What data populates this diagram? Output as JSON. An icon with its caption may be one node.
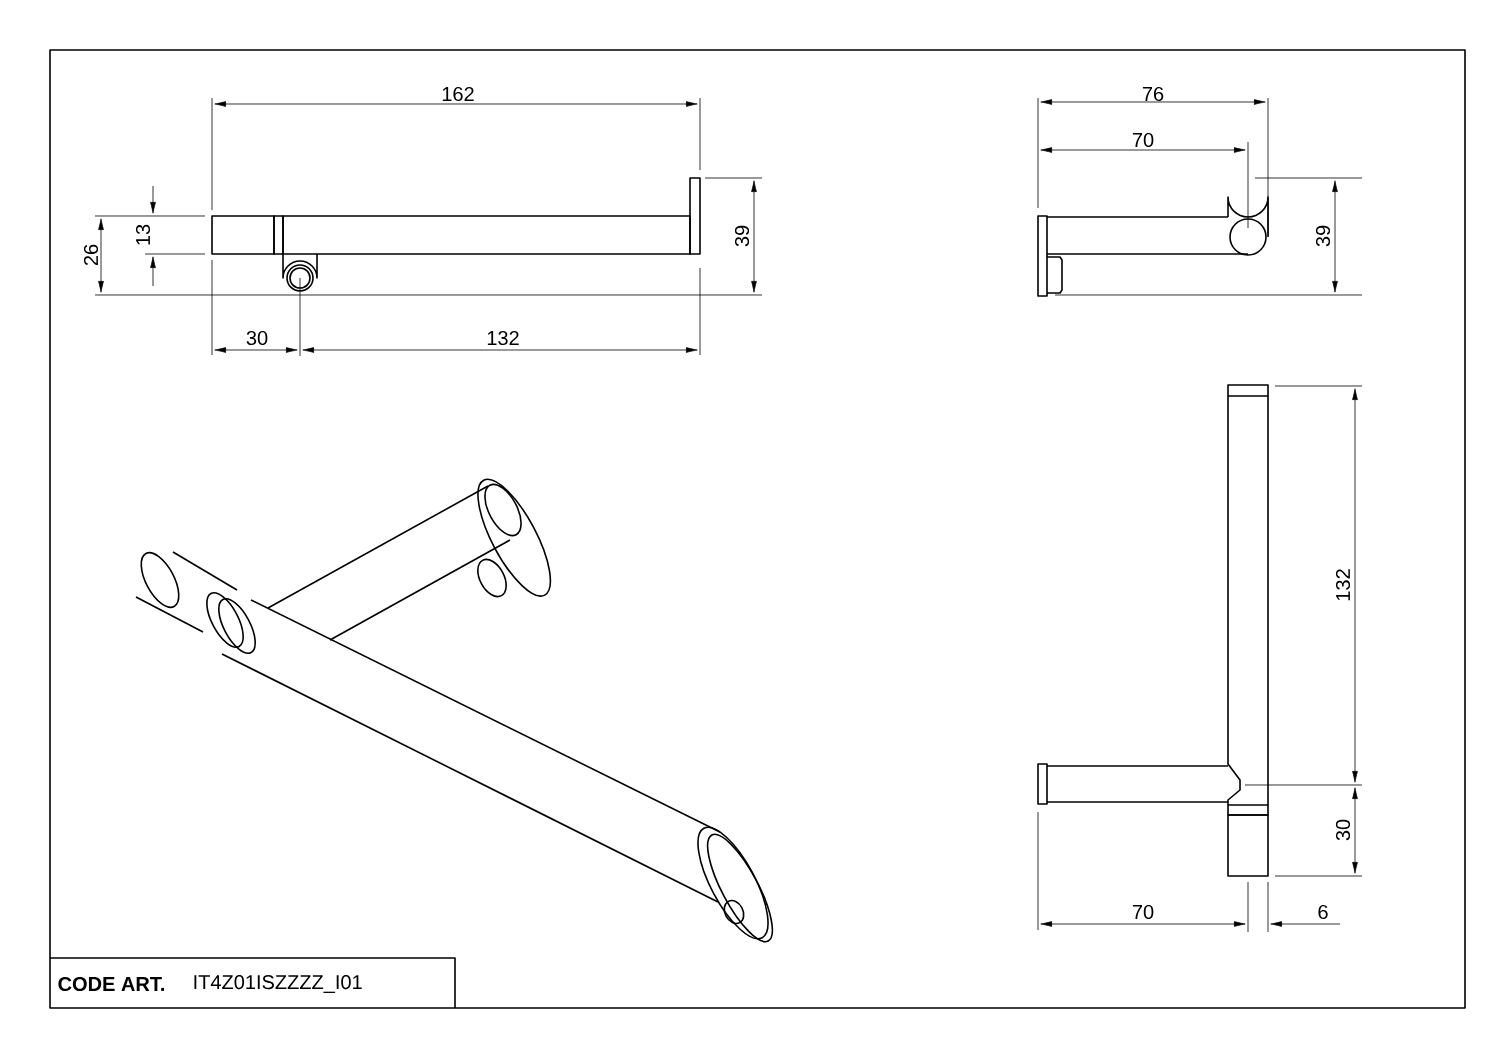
{
  "diagram": {
    "labels": [
      "162",
      "13",
      "26",
      "39",
      "30",
      "132",
      "76",
      "70",
      "39",
      "132",
      "30",
      "70",
      "6",
      "CODE ART.",
      "IT4Z01ISZZZZ_I01"
    ]
  }
}
